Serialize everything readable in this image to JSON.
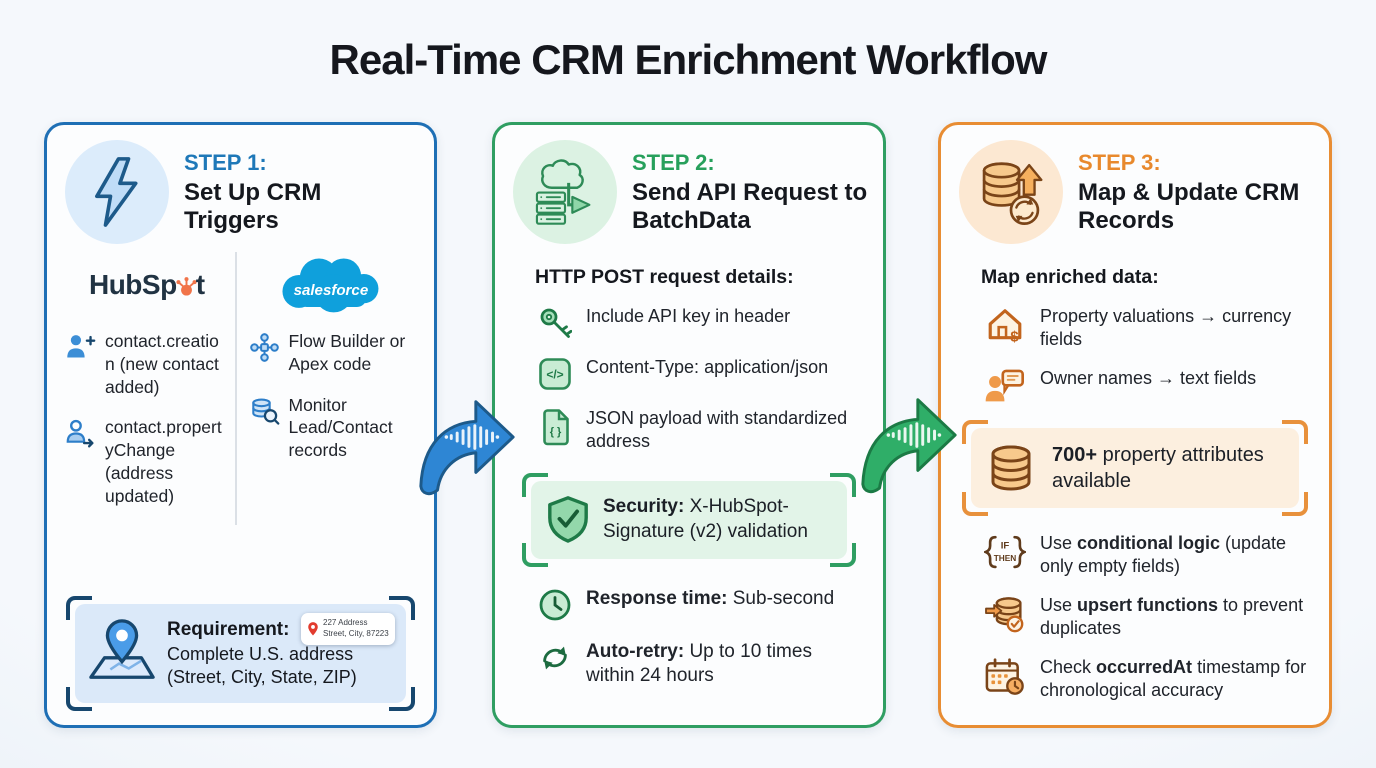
{
  "title": "Real-Time CRM Enrichment Workflow",
  "icon_glyphs": {
    "code": "</>",
    "json": "{ }",
    "if": "IF",
    "then": "THEN",
    "dollar": "$"
  },
  "colors": {
    "background": "#e9f0f7",
    "step1_accent": "#1e78b8",
    "step1_border": "#1e6fb5",
    "step2_accent": "#27a05c",
    "step2_border": "#2f9e62",
    "step3_accent": "#e8892d",
    "step3_border": "#e88d33",
    "requirement_bg": "#dbe9f9",
    "security_bg": "#e2f4e8",
    "highlight_bg": "#fcefdf",
    "hubspot_navy": "#213343",
    "hubspot_orange": "#f1744a",
    "salesforce_blue": "#0fa0dc"
  },
  "step1": {
    "label": "STEP 1:",
    "title": "Set Up CRM Triggers",
    "hubspot_pre": "HubSp",
    "hubspot_post": "t",
    "salesforce": "salesforce",
    "triggers_hubspot": [
      {
        "pre": "contact.creation (new contact added)",
        "bold": "",
        "post": ""
      },
      {
        "pre": "contact.propertyChange (address updated)",
        "bold": "",
        "post": ""
      }
    ],
    "triggers_salesforce": [
      {
        "pre": "Flow Builder or Apex code",
        "bold": "",
        "post": ""
      },
      {
        "pre": "Monitor Lead/Contact records",
        "bold": "",
        "post": ""
      }
    ],
    "requirement_label": "Requirement:",
    "requirement_text": "Complete U.S. address (Street, City, State, ZIP)",
    "address_card": {
      "line1": "227 Address",
      "line2": "Street, City, 87223"
    }
  },
  "step2": {
    "label": "STEP 2:",
    "title": "Send API Request to BatchData",
    "heading": "HTTP POST request details:",
    "items": [
      {
        "pre": "Include API key in header",
        "bold": "",
        "post": ""
      },
      {
        "pre": "Content-Type: application/json",
        "bold": "",
        "post": ""
      },
      {
        "pre": "JSON payload with standardized address",
        "bold": "",
        "post": ""
      }
    ],
    "security_label": "Security:",
    "security_text": " X-HubSpot-Signature (v2) validation",
    "footer_items": [
      {
        "pre": "",
        "bold": "Response time:",
        "post": " Sub-second"
      },
      {
        "pre": "",
        "bold": "Auto-retry:",
        "post": " Up to 10 times within 24 hours"
      }
    ]
  },
  "step3": {
    "label": "STEP 3:",
    "title": "Map & Update CRM Records",
    "heading": "Map enriched data:",
    "items": [
      {
        "pre": "Property valuations → currency fields",
        "bold": "",
        "post": ""
      },
      {
        "pre": "Owner names → text fields",
        "bold": "",
        "post": ""
      }
    ],
    "highlight_bold": "700+",
    "highlight_text": " property attributes available",
    "footer_items": [
      {
        "pre": "Use ",
        "bold": "conditional logic",
        "post": " (update only empty fields)"
      },
      {
        "pre": "Use ",
        "bold": "upsert functions",
        "post": " to prevent duplicates"
      },
      {
        "pre": "Check ",
        "bold": "occurredAt",
        "post": " timestamp for chronological accuracy"
      }
    ]
  }
}
